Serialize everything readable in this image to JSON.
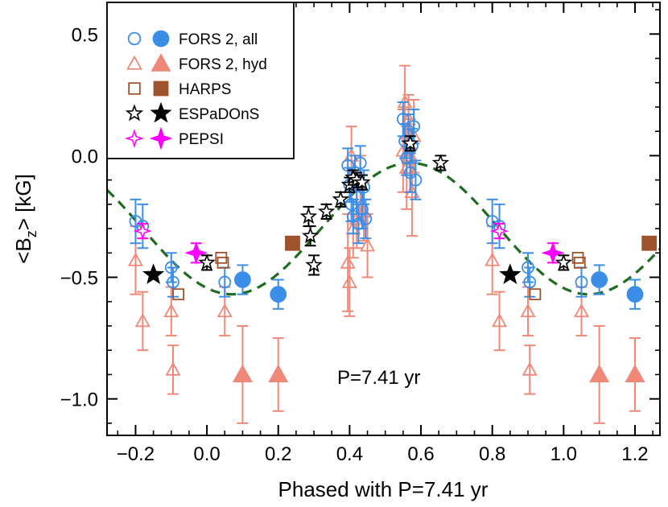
{
  "chart_data": {
    "type": "scatter",
    "xlabel": "Phased with P=7.41 yr",
    "ylabel_main": "<B",
    "ylabel_sub": "z",
    "ylabel_tail": "> [kG]",
    "annotation": "P=7.41 yr",
    "xlim": [
      -0.28,
      1.27
    ],
    "ylim": [
      -1.15,
      0.63
    ],
    "xticks": [
      -0.2,
      0.0,
      0.2,
      0.4,
      0.6,
      0.8,
      1.0,
      1.2
    ],
    "xtick_labels": [
      "−0.2",
      "0.0",
      "0.2",
      "0.4",
      "0.6",
      "0.8",
      "1.0",
      "1.2"
    ],
    "yticks": [
      0.5,
      0.0,
      -0.5,
      -1.0
    ],
    "ytick_labels": [
      "0.5",
      "0.0",
      "−0.5",
      "−1.0"
    ],
    "legend_position": "top-left",
    "colors": {
      "fors_all": "#3b8ee8",
      "fors_hyd": "#f08878",
      "harps": "#a0522d",
      "espadons": "#000000",
      "pepsi": "#ff00ff",
      "model": "#1f6b1f"
    },
    "model_curve": {
      "label": "",
      "mean": -0.3,
      "amplitude": 0.27,
      "peak_phase": 0.57
    },
    "series": [
      {
        "name": "FORS 2, all",
        "key": "fors_all",
        "marker": "circle",
        "open_points": [
          {
            "x": -0.2,
            "y": -0.27,
            "err": 0.09
          },
          {
            "x": -0.18,
            "y": -0.29,
            "err": 0.09
          },
          {
            "x": -0.1,
            "y": -0.46,
            "err": 0.06
          },
          {
            "x": -0.095,
            "y": -0.52,
            "err": 0.06
          },
          {
            "x": 0.05,
            "y": -0.52,
            "err": 0.06
          },
          {
            "x": 0.395,
            "y": -0.04,
            "err": 0.07
          },
          {
            "x": 0.4,
            "y": -0.12,
            "err": 0.07
          },
          {
            "x": 0.405,
            "y": -0.2,
            "err": 0.07
          },
          {
            "x": 0.41,
            "y": -0.25,
            "err": 0.07
          },
          {
            "x": 0.415,
            "y": -0.07,
            "err": 0.07
          },
          {
            "x": 0.42,
            "y": -0.17,
            "err": 0.07
          },
          {
            "x": 0.425,
            "y": -0.28,
            "err": 0.08
          },
          {
            "x": 0.43,
            "y": -0.03,
            "err": 0.07
          },
          {
            "x": 0.435,
            "y": -0.22,
            "err": 0.08
          },
          {
            "x": 0.44,
            "y": -0.13,
            "err": 0.07
          },
          {
            "x": 0.445,
            "y": -0.26,
            "err": 0.08
          },
          {
            "x": 0.55,
            "y": 0.15,
            "err": 0.07
          },
          {
            "x": 0.555,
            "y": 0.06,
            "err": 0.07
          },
          {
            "x": 0.56,
            "y": -0.01,
            "err": 0.07
          },
          {
            "x": 0.565,
            "y": 0.1,
            "err": 0.07
          },
          {
            "x": 0.57,
            "y": -0.07,
            "err": 0.08
          },
          {
            "x": 0.575,
            "y": 0.04,
            "err": 0.07
          },
          {
            "x": 0.58,
            "y": 0.12,
            "err": 0.07
          },
          {
            "x": 0.585,
            "y": -0.1,
            "err": 0.08
          },
          {
            "x": 0.8,
            "y": -0.27,
            "err": 0.09
          },
          {
            "x": 0.82,
            "y": -0.29,
            "err": 0.09
          },
          {
            "x": 0.9,
            "y": -0.46,
            "err": 0.06
          },
          {
            "x": 0.905,
            "y": -0.52,
            "err": 0.06
          },
          {
            "x": 1.05,
            "y": -0.52,
            "err": 0.06
          }
        ],
        "filled_points": [
          {
            "x": 0.1,
            "y": -0.51,
            "err": 0.06
          },
          {
            "x": 0.2,
            "y": -0.57,
            "err": 0.06
          },
          {
            "x": 1.1,
            "y": -0.51,
            "err": 0.06
          },
          {
            "x": 1.2,
            "y": -0.57,
            "err": 0.06
          }
        ]
      },
      {
        "name": "FORS 2, hyd",
        "key": "fors_hyd",
        "marker": "triangle",
        "open_points": [
          {
            "x": -0.2,
            "y": -0.43,
            "err": 0.14
          },
          {
            "x": -0.18,
            "y": -0.68,
            "err": 0.12
          },
          {
            "x": -0.1,
            "y": -0.64,
            "err": 0.1
          },
          {
            "x": -0.095,
            "y": -0.88,
            "err": 0.1
          },
          {
            "x": 0.05,
            "y": -0.64,
            "err": 0.1
          },
          {
            "x": 0.395,
            "y": -0.44,
            "err": 0.2
          },
          {
            "x": 0.4,
            "y": -0.52,
            "err": 0.14
          },
          {
            "x": 0.405,
            "y": 0.0,
            "err": 0.12
          },
          {
            "x": 0.41,
            "y": -0.3,
            "err": 0.12
          },
          {
            "x": 0.42,
            "y": -0.26,
            "err": 0.12
          },
          {
            "x": 0.43,
            "y": -0.12,
            "err": 0.12
          },
          {
            "x": 0.44,
            "y": -0.23,
            "err": 0.12
          },
          {
            "x": 0.45,
            "y": -0.37,
            "err": 0.13
          },
          {
            "x": 0.55,
            "y": 0.02,
            "err": 0.17
          },
          {
            "x": 0.555,
            "y": 0.22,
            "err": 0.15
          },
          {
            "x": 0.56,
            "y": -0.05,
            "err": 0.17
          },
          {
            "x": 0.565,
            "y": 0.15,
            "err": 0.1
          },
          {
            "x": 0.57,
            "y": 0.0,
            "err": 0.15
          },
          {
            "x": 0.575,
            "y": -0.15,
            "err": 0.18
          },
          {
            "x": 0.58,
            "y": 0.08,
            "err": 0.15
          },
          {
            "x": 0.8,
            "y": -0.43,
            "err": 0.14
          },
          {
            "x": 0.82,
            "y": -0.68,
            "err": 0.12
          },
          {
            "x": 0.9,
            "y": -0.64,
            "err": 0.1
          },
          {
            "x": 0.905,
            "y": -0.88,
            "err": 0.1
          },
          {
            "x": 1.05,
            "y": -0.64,
            "err": 0.1
          }
        ],
        "filled_points": [
          {
            "x": 0.1,
            "y": -0.9,
            "err": 0.2
          },
          {
            "x": 0.2,
            "y": -0.9,
            "err": 0.15
          },
          {
            "x": 1.1,
            "y": -0.9,
            "err": 0.2
          },
          {
            "x": 1.2,
            "y": -0.9,
            "err": 0.15
          }
        ]
      },
      {
        "name": "HARPS",
        "key": "harps",
        "marker": "square",
        "open_points": [
          {
            "x": -0.08,
            "y": -0.57,
            "err": 0
          },
          {
            "x": 0.04,
            "y": -0.42,
            "err": 0
          },
          {
            "x": 0.045,
            "y": -0.44,
            "err": 0
          },
          {
            "x": 0.92,
            "y": -0.57,
            "err": 0
          },
          {
            "x": 1.04,
            "y": -0.42,
            "err": 0
          },
          {
            "x": 1.045,
            "y": -0.44,
            "err": 0
          }
        ],
        "filled_points": [
          {
            "x": 0.24,
            "y": -0.36,
            "err": 0
          },
          {
            "x": 1.24,
            "y": -0.36,
            "err": 0
          }
        ]
      },
      {
        "name": "ESPaDOnS",
        "key": "espadons",
        "marker": "star",
        "open_points": [
          {
            "x": 0.0,
            "y": -0.44,
            "err": 0.03
          },
          {
            "x": 0.285,
            "y": -0.25,
            "err": 0.04
          },
          {
            "x": 0.29,
            "y": -0.33,
            "err": 0.04
          },
          {
            "x": 0.3,
            "y": -0.45,
            "err": 0.04
          },
          {
            "x": 0.335,
            "y": -0.23,
            "err": 0.03
          },
          {
            "x": 0.375,
            "y": -0.18,
            "err": 0.03
          },
          {
            "x": 0.4,
            "y": -0.12,
            "err": 0.03
          },
          {
            "x": 0.41,
            "y": -0.09,
            "err": 0.03
          },
          {
            "x": 0.42,
            "y": -0.1,
            "err": 0.03
          },
          {
            "x": 0.435,
            "y": -0.11,
            "err": 0.03
          },
          {
            "x": 0.57,
            "y": 0.05,
            "err": 0.03
          },
          {
            "x": 0.655,
            "y": -0.03,
            "err": 0.03
          },
          {
            "x": 1.0,
            "y": -0.44,
            "err": 0.03
          }
        ],
        "filled_points": [
          {
            "x": -0.15,
            "y": -0.49,
            "err": 0
          },
          {
            "x": 0.85,
            "y": -0.49,
            "err": 0
          }
        ]
      },
      {
        "name": "PEPSI",
        "key": "pepsi",
        "marker": "star4",
        "open_points": [
          {
            "x": -0.18,
            "y": -0.31,
            "err": 0.03
          },
          {
            "x": 0.82,
            "y": -0.31,
            "err": 0.03
          }
        ],
        "filled_points": [
          {
            "x": -0.03,
            "y": -0.4,
            "err": 0.04
          },
          {
            "x": 0.97,
            "y": -0.4,
            "err": 0.04
          }
        ]
      }
    ]
  }
}
